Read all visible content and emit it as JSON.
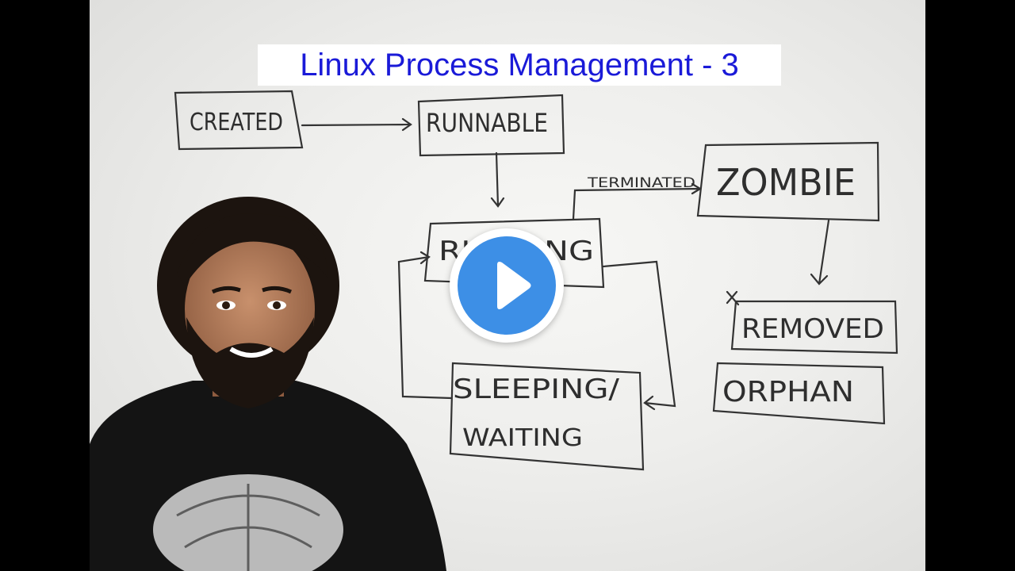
{
  "video": {
    "title": "Linux Process Management - 3",
    "title_color": "#1a1ad8",
    "play_button_color": "#3d8fe6",
    "play_icon": "play-icon"
  },
  "whiteboard": {
    "states": {
      "created": "CREATED",
      "runnable": "RUNNABLE",
      "running": "RUNNING",
      "zombie": "ZOMBIE",
      "removed": "REMOVED",
      "orphan": "ORPHAN",
      "sleeping_line1": "SLEEPING/",
      "sleeping_line2": "WAITING"
    },
    "transition_label": "TERMINATED"
  }
}
